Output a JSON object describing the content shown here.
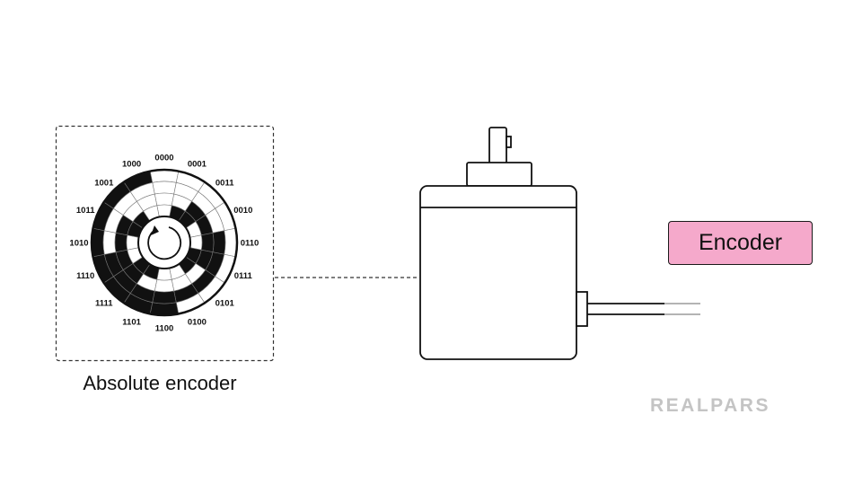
{
  "caption": "Absolute encoder",
  "tag_label": "Encoder",
  "brand": "REALPARS",
  "colors": {
    "tag_fill": "#f5a9cb",
    "ink": "#111111",
    "brand_gray": "#c4c4c4"
  },
  "disk_codes": [
    "0000",
    "0001",
    "0011",
    "0010",
    "0110",
    "0111",
    "0101",
    "0100",
    "1100",
    "1101",
    "1111",
    "1110",
    "1010",
    "1011",
    "1001",
    "1000"
  ]
}
